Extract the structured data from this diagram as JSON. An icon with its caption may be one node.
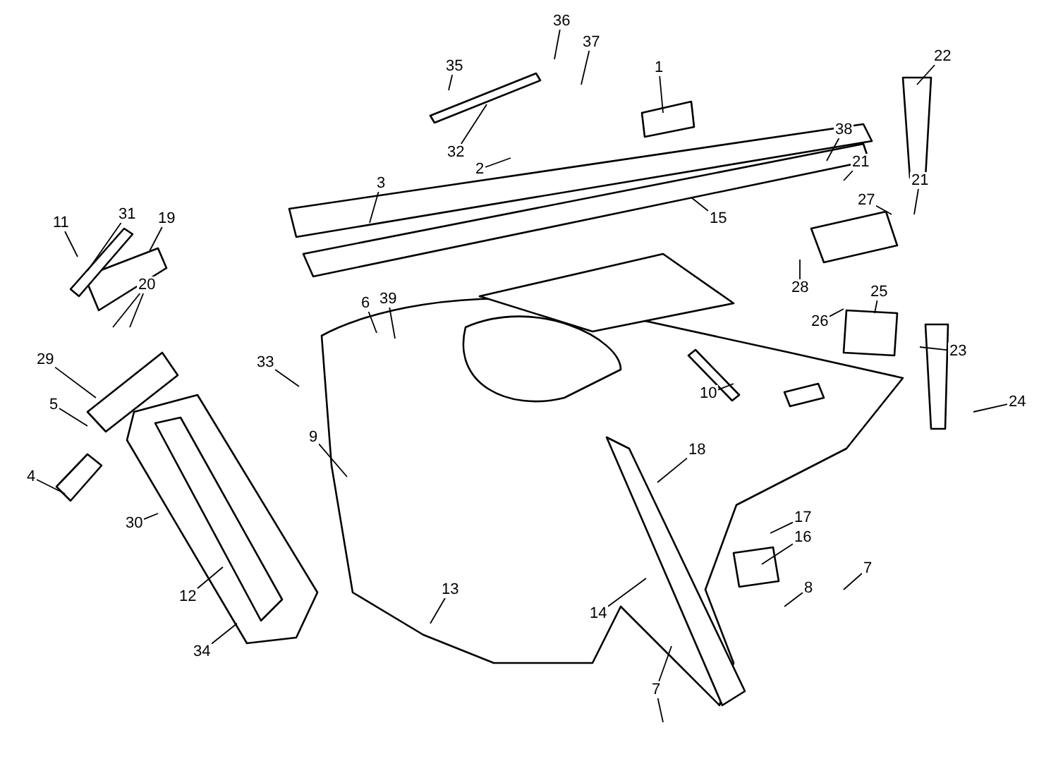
{
  "diagram": {
    "nodes": [
      {
        "text": [
          "36"
        ]
      },
      {
        "text": [
          "37"
        ]
      },
      {
        "text": [
          "22"
        ]
      },
      {
        "text": [
          "35"
        ]
      },
      {
        "text": [
          "1"
        ]
      },
      {
        "text": [
          "38"
        ]
      },
      {
        "text": [
          "32"
        ]
      },
      {
        "text": [
          "21"
        ]
      },
      {
        "text": [
          "2"
        ]
      },
      {
        "text": [
          "21"
        ]
      },
      {
        "text": [
          "3"
        ]
      },
      {
        "text": [
          "27"
        ]
      },
      {
        "text": [
          "31"
        ]
      },
      {
        "text": [
          "19"
        ]
      },
      {
        "text": [
          "15"
        ]
      },
      {
        "text": [
          "11"
        ]
      },
      {
        "text": [
          "20"
        ]
      },
      {
        "text": [
          "28"
        ]
      },
      {
        "text": [
          "25"
        ]
      },
      {
        "text": [
          "39"
        ]
      },
      {
        "text": [
          "6"
        ]
      },
      {
        "text": [
          "26"
        ]
      },
      {
        "text": [
          "23"
        ]
      },
      {
        "text": [
          "29"
        ]
      },
      {
        "text": [
          "33"
        ]
      },
      {
        "text": [
          "10"
        ]
      },
      {
        "text": [
          "24"
        ]
      },
      {
        "text": [
          "5"
        ]
      },
      {
        "text": [
          "9"
        ]
      },
      {
        "text": [
          "18"
        ]
      },
      {
        "text": [
          "4"
        ]
      },
      {
        "text": [
          "17"
        ]
      },
      {
        "text": [
          "30"
        ]
      },
      {
        "text": [
          "16"
        ]
      },
      {
        "text": [
          "7"
        ]
      },
      {
        "text": [
          "8"
        ]
      },
      {
        "text": [
          "13"
        ]
      },
      {
        "text": [
          "12"
        ]
      },
      {
        "text": [
          "14"
        ]
      },
      {
        "text": [
          "34"
        ]
      },
      {
        "text": [
          "7"
        ]
      }
    ],
    "edges": [
      {
        "from": 0,
        "to": null,
        "arrow": "none"
      },
      {
        "from": 1,
        "to": null,
        "arrow": "none"
      },
      {
        "from": 2,
        "to": null,
        "arrow": "none"
      },
      {
        "from": 3,
        "to": null,
        "arrow": "none"
      },
      {
        "from": 4,
        "to": null,
        "arrow": "none"
      },
      {
        "from": 5,
        "to": null,
        "arrow": "none"
      },
      {
        "from": 6,
        "to": null,
        "arrow": "none"
      },
      {
        "from": 7,
        "to": null,
        "arrow": "none"
      },
      {
        "from": 8,
        "to": null,
        "arrow": "none"
      },
      {
        "from": 9,
        "to": null,
        "arrow": "none"
      },
      {
        "from": 10,
        "to": null,
        "arrow": "none"
      },
      {
        "from": 11,
        "to": null,
        "arrow": "none"
      },
      {
        "from": 12,
        "to": null,
        "arrow": "none"
      },
      {
        "from": 13,
        "to": null,
        "arrow": "none"
      },
      {
        "from": 14,
        "to": null,
        "arrow": "none"
      },
      {
        "from": 15,
        "to": null,
        "arrow": "none"
      },
      {
        "from": 16,
        "to": null,
        "arrow": "none"
      },
      {
        "from": 16,
        "to": null,
        "arrow": "none"
      },
      {
        "from": 17,
        "to": null,
        "arrow": "none"
      },
      {
        "from": 18,
        "to": null,
        "arrow": "none"
      },
      {
        "from": 19,
        "to": null,
        "arrow": "none"
      },
      {
        "from": 20,
        "to": null,
        "arrow": "none"
      },
      {
        "from": 21,
        "to": null,
        "arrow": "none"
      },
      {
        "from": 22,
        "to": null,
        "arrow": "none"
      },
      {
        "from": 23,
        "to": null,
        "arrow": "none"
      },
      {
        "from": 24,
        "to": null,
        "arrow": "none"
      },
      {
        "from": 25,
        "to": null,
        "arrow": "none"
      },
      {
        "from": 26,
        "to": null,
        "arrow": "none"
      },
      {
        "from": 27,
        "to": null,
        "arrow": "none"
      },
      {
        "from": 28,
        "to": null,
        "arrow": "none"
      },
      {
        "from": 29,
        "to": null,
        "arrow": "none"
      },
      {
        "from": 30,
        "to": null,
        "arrow": "none"
      },
      {
        "from": 31,
        "to": null,
        "arrow": "none"
      },
      {
        "from": 32,
        "to": null,
        "arrow": "none"
      },
      {
        "from": 33,
        "to": null,
        "arrow": "none"
      },
      {
        "from": 34,
        "to": null,
        "arrow": "none"
      },
      {
        "from": 35,
        "to": null,
        "arrow": "none"
      },
      {
        "from": 36,
        "to": null,
        "arrow": "none"
      },
      {
        "from": 37,
        "to": null,
        "arrow": "none"
      },
      {
        "from": 38,
        "to": null,
        "arrow": "none"
      },
      {
        "from": 39,
        "to": null,
        "arrow": "none"
      },
      {
        "from": 40,
        "to": null,
        "arrow": "none"
      },
      {
        "from": 40,
        "to": null,
        "arrow": "none"
      }
    ]
  }
}
